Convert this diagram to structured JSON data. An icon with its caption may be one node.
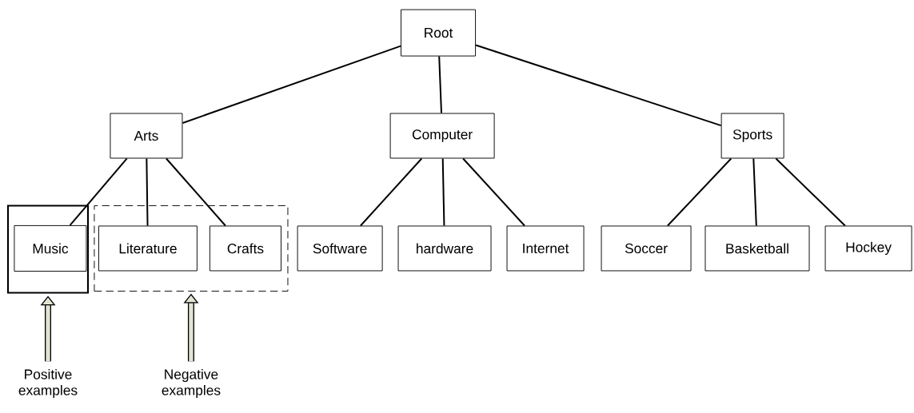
{
  "diagram": {
    "nodes": [
      {
        "text": [
          "Root"
        ]
      },
      {
        "text": [
          "Arts"
        ]
      },
      {
        "text": [
          "Computer"
        ]
      },
      {
        "text": [
          "Sports"
        ]
      },
      {
        "text": [],
        "shape": "box"
      },
      {
        "text": [
          "Music"
        ],
        "in": 4
      },
      {
        "text": [],
        "shape": "box"
      },
      {
        "text": [
          "Literature"
        ],
        "in": 6
      },
      {
        "text": [
          "Crafts"
        ],
        "in": 6
      },
      {
        "text": [
          "Software"
        ]
      },
      {
        "text": [
          "hardware"
        ]
      },
      {
        "text": [
          "Internet"
        ]
      },
      {
        "text": [
          "Soccer"
        ]
      },
      {
        "text": [
          "Basketball"
        ]
      },
      {
        "text": [
          "Hockey"
        ]
      },
      {
        "text": [
          "Positive examples"
        ]
      },
      {
        "text": [
          "Negative examples"
        ]
      }
    ],
    "edges": [
      {
        "from": 0,
        "to": 1,
        "arrow": "none"
      },
      {
        "from": 0,
        "to": 2,
        "arrow": "none"
      },
      {
        "from": 0,
        "to": 3,
        "arrow": "none"
      },
      {
        "from": 1,
        "to": 5,
        "arrow": "none"
      },
      {
        "from": 1,
        "to": 7,
        "arrow": "none"
      },
      {
        "from": 1,
        "to": 8,
        "arrow": "none"
      },
      {
        "from": 2,
        "to": 9,
        "arrow": "none"
      },
      {
        "from": 2,
        "to": 10,
        "arrow": "none"
      },
      {
        "from": 2,
        "to": 11,
        "arrow": "none"
      },
      {
        "from": 3,
        "to": 12,
        "arrow": "none"
      },
      {
        "from": 3,
        "to": 13,
        "arrow": "none"
      },
      {
        "from": 3,
        "to": 14,
        "arrow": "none"
      },
      {
        "from": 15,
        "to": 4,
        "arrow": "to",
        "style": "thick"
      },
      {
        "from": 16,
        "to": 6,
        "arrow": "to",
        "style": "thick"
      }
    ]
  }
}
